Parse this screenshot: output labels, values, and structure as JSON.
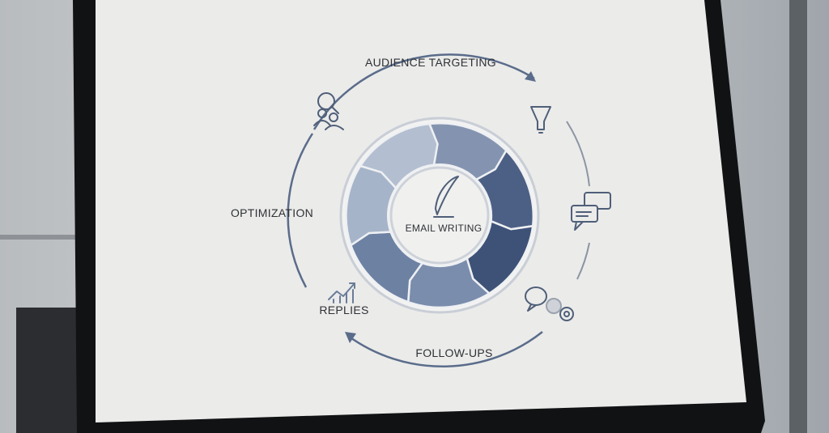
{
  "diagram": {
    "center_label": "EMAIL WRITING",
    "steps": [
      {
        "label": "AUDIENCE TARGETING",
        "icon": "audience-search-icon"
      },
      {
        "label": "OPTIMIZATION",
        "icon": "none"
      },
      {
        "label": "REPLIES",
        "icon": "growth-chart-icon"
      },
      {
        "label": "FOLLOW-UPS",
        "icon": "chat-gear-icon"
      }
    ],
    "side_icons": [
      "lightbulb-icon",
      "chat-bubbles-icon"
    ],
    "segment_colors": [
      "#b3bfd0",
      "#8494b0",
      "#4c5f84",
      "#3e5277",
      "#7b8dad",
      "#6d81a3",
      "#a6b4c9"
    ],
    "arc_color": "#5a6c8a"
  }
}
